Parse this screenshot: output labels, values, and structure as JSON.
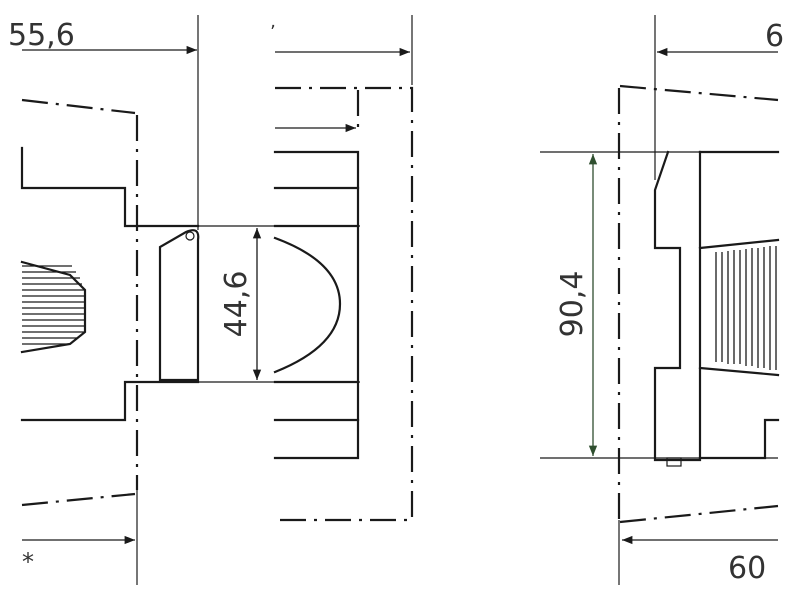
{
  "dimensions": {
    "top_left_label": "55,6",
    "middle_height_label": "44,6",
    "right_height_label": "90,4",
    "top_right_label": "6",
    "bottom_right_label": "60",
    "footnote_marker": "*",
    "top_tick_mark": "ʼ"
  },
  "colors": {
    "line": "#1a1a1a",
    "dimension_green": "#2f4f2f",
    "text": "#333333",
    "background": "#ffffff"
  }
}
